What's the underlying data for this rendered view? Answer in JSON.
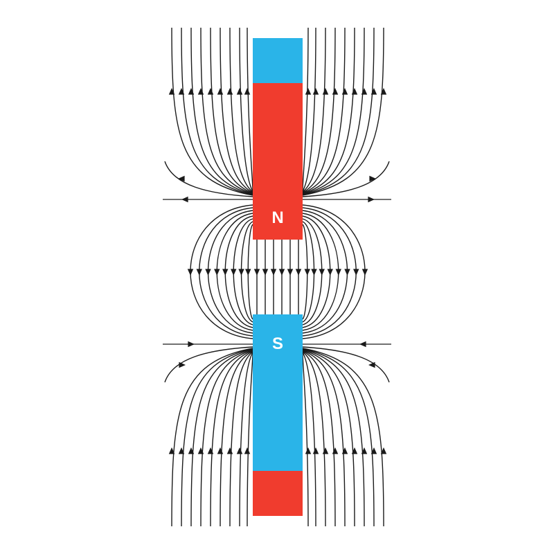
{
  "diagram": {
    "magnets": [
      {
        "id": "upper",
        "label": "N",
        "segments": [
          {
            "pole": "S",
            "color": "#2ab4e8"
          },
          {
            "pole": "N",
            "color": "#f03c2e"
          }
        ]
      },
      {
        "id": "lower",
        "label": "S",
        "segments": [
          {
            "pole": "S",
            "color": "#2ab4e8"
          },
          {
            "pole": "N",
            "color": "#f03c2e"
          }
        ]
      }
    ],
    "colors": {
      "north": "#f03c2e",
      "south": "#2ab4e8",
      "field_lines": "#1a1a1a",
      "label": "#ffffff"
    },
    "field_line_arrows": "arrowhead"
  }
}
